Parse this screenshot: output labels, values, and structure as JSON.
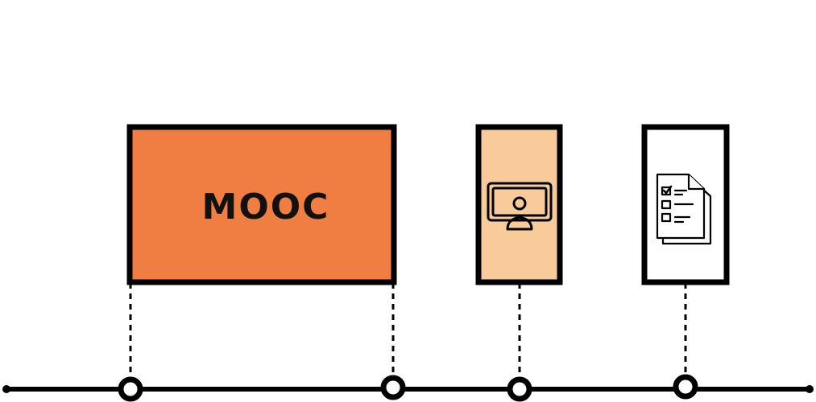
{
  "diagram": {
    "timeline": {
      "line_color": "#000000",
      "node_count": 4,
      "node_fill": "#ffffff",
      "end_caps": "dot"
    },
    "boxes": [
      {
        "id": "mooc",
        "label": "MOOC",
        "fill": "#f07e42",
        "icon": null
      },
      {
        "id": "video-lesson",
        "label": "",
        "fill": "#f9cb9a",
        "icon": "presenter-screen-icon"
      },
      {
        "id": "assessment",
        "label": "",
        "fill": "#ffffff",
        "icon": "checklist-document-icon"
      }
    ],
    "connector_style": "dashed"
  }
}
